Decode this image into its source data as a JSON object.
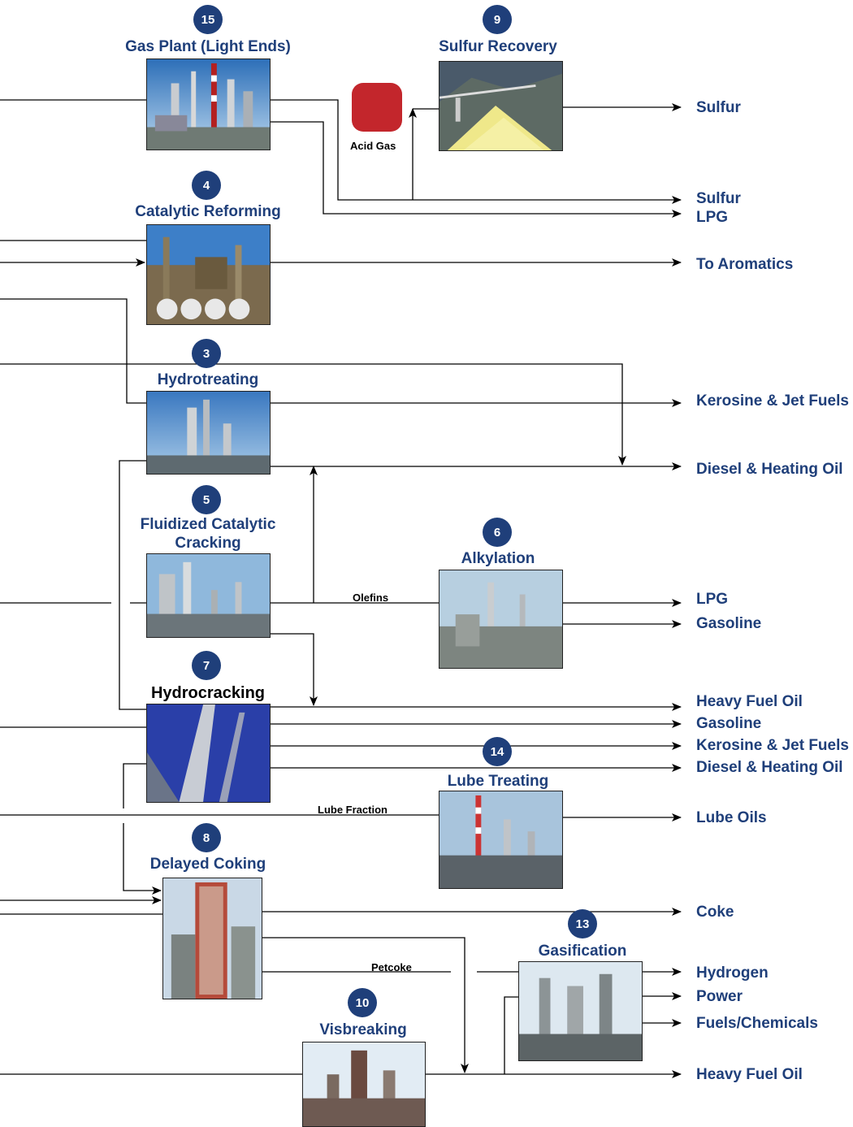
{
  "units": {
    "u15": {
      "number": "15",
      "title": "Gas Plant (Light Ends)",
      "photo": "gas-plant-photo"
    },
    "u9": {
      "number": "9",
      "title": "Sulfur Recovery",
      "photo": "sulfur-recovery-photo"
    },
    "u4": {
      "number": "4",
      "title": "Catalytic Reforming",
      "photo": "catalytic-reforming-photo"
    },
    "u3": {
      "number": "3",
      "title": "Hydrotreating",
      "photo": "hydrotreating-photo"
    },
    "u5": {
      "number": "5",
      "title_line1": "Fluidized Catalytic",
      "title_line2": "Cracking",
      "photo": "fcc-photo"
    },
    "u6": {
      "number": "6",
      "title": "Alkylation",
      "photo": "alkylation-photo"
    },
    "u7": {
      "number": "7",
      "title": "Hydrocracking",
      "photo": "hydrocracking-photo"
    },
    "u14": {
      "number": "14",
      "title": "Lube Treating",
      "photo": "lube-treating-photo"
    },
    "u8": {
      "number": "8",
      "title": "Delayed Coking",
      "photo": "delayed-coking-photo"
    },
    "u13": {
      "number": "13",
      "title": "Gasification",
      "photo": "gasification-photo"
    },
    "u10": {
      "number": "10",
      "title": "Visbreaking",
      "photo": "visbreaking-photo"
    }
  },
  "acid_gas": {
    "label": "Acid Gas",
    "color": "#c3262c"
  },
  "flow_labels": {
    "olefins": "Olefins",
    "lube_fraction": "Lube Fraction",
    "petcoke": "Petcoke"
  },
  "outputs": {
    "sulfur_1": "Sulfur",
    "sulfur_2": "Sulfur",
    "lpg_1": "LPG",
    "to_aromatics": "To Aromatics",
    "kerosine_1": "Kerosine & Jet Fuels",
    "diesel_1": "Diesel & Heating Oil",
    "lpg_2": "LPG",
    "gasoline_1": "Gasoline",
    "heavy_fuel_oil_1": "Heavy Fuel Oil",
    "gasoline_2": "Gasoline",
    "kerosine_2": "Kerosine & Jet Fuels",
    "diesel_2": "Diesel & Heating Oil",
    "lube_oils": "Lube Oils",
    "coke": "Coke",
    "hydrogen": "Hydrogen",
    "power": "Power",
    "fuels_chemicals": "Fuels/Chemicals",
    "heavy_fuel_oil_2": "Heavy Fuel Oil"
  },
  "colors": {
    "title_blue": "#1f3f7a",
    "badge_blue": "#1f3f7a",
    "line": "#000000"
  }
}
